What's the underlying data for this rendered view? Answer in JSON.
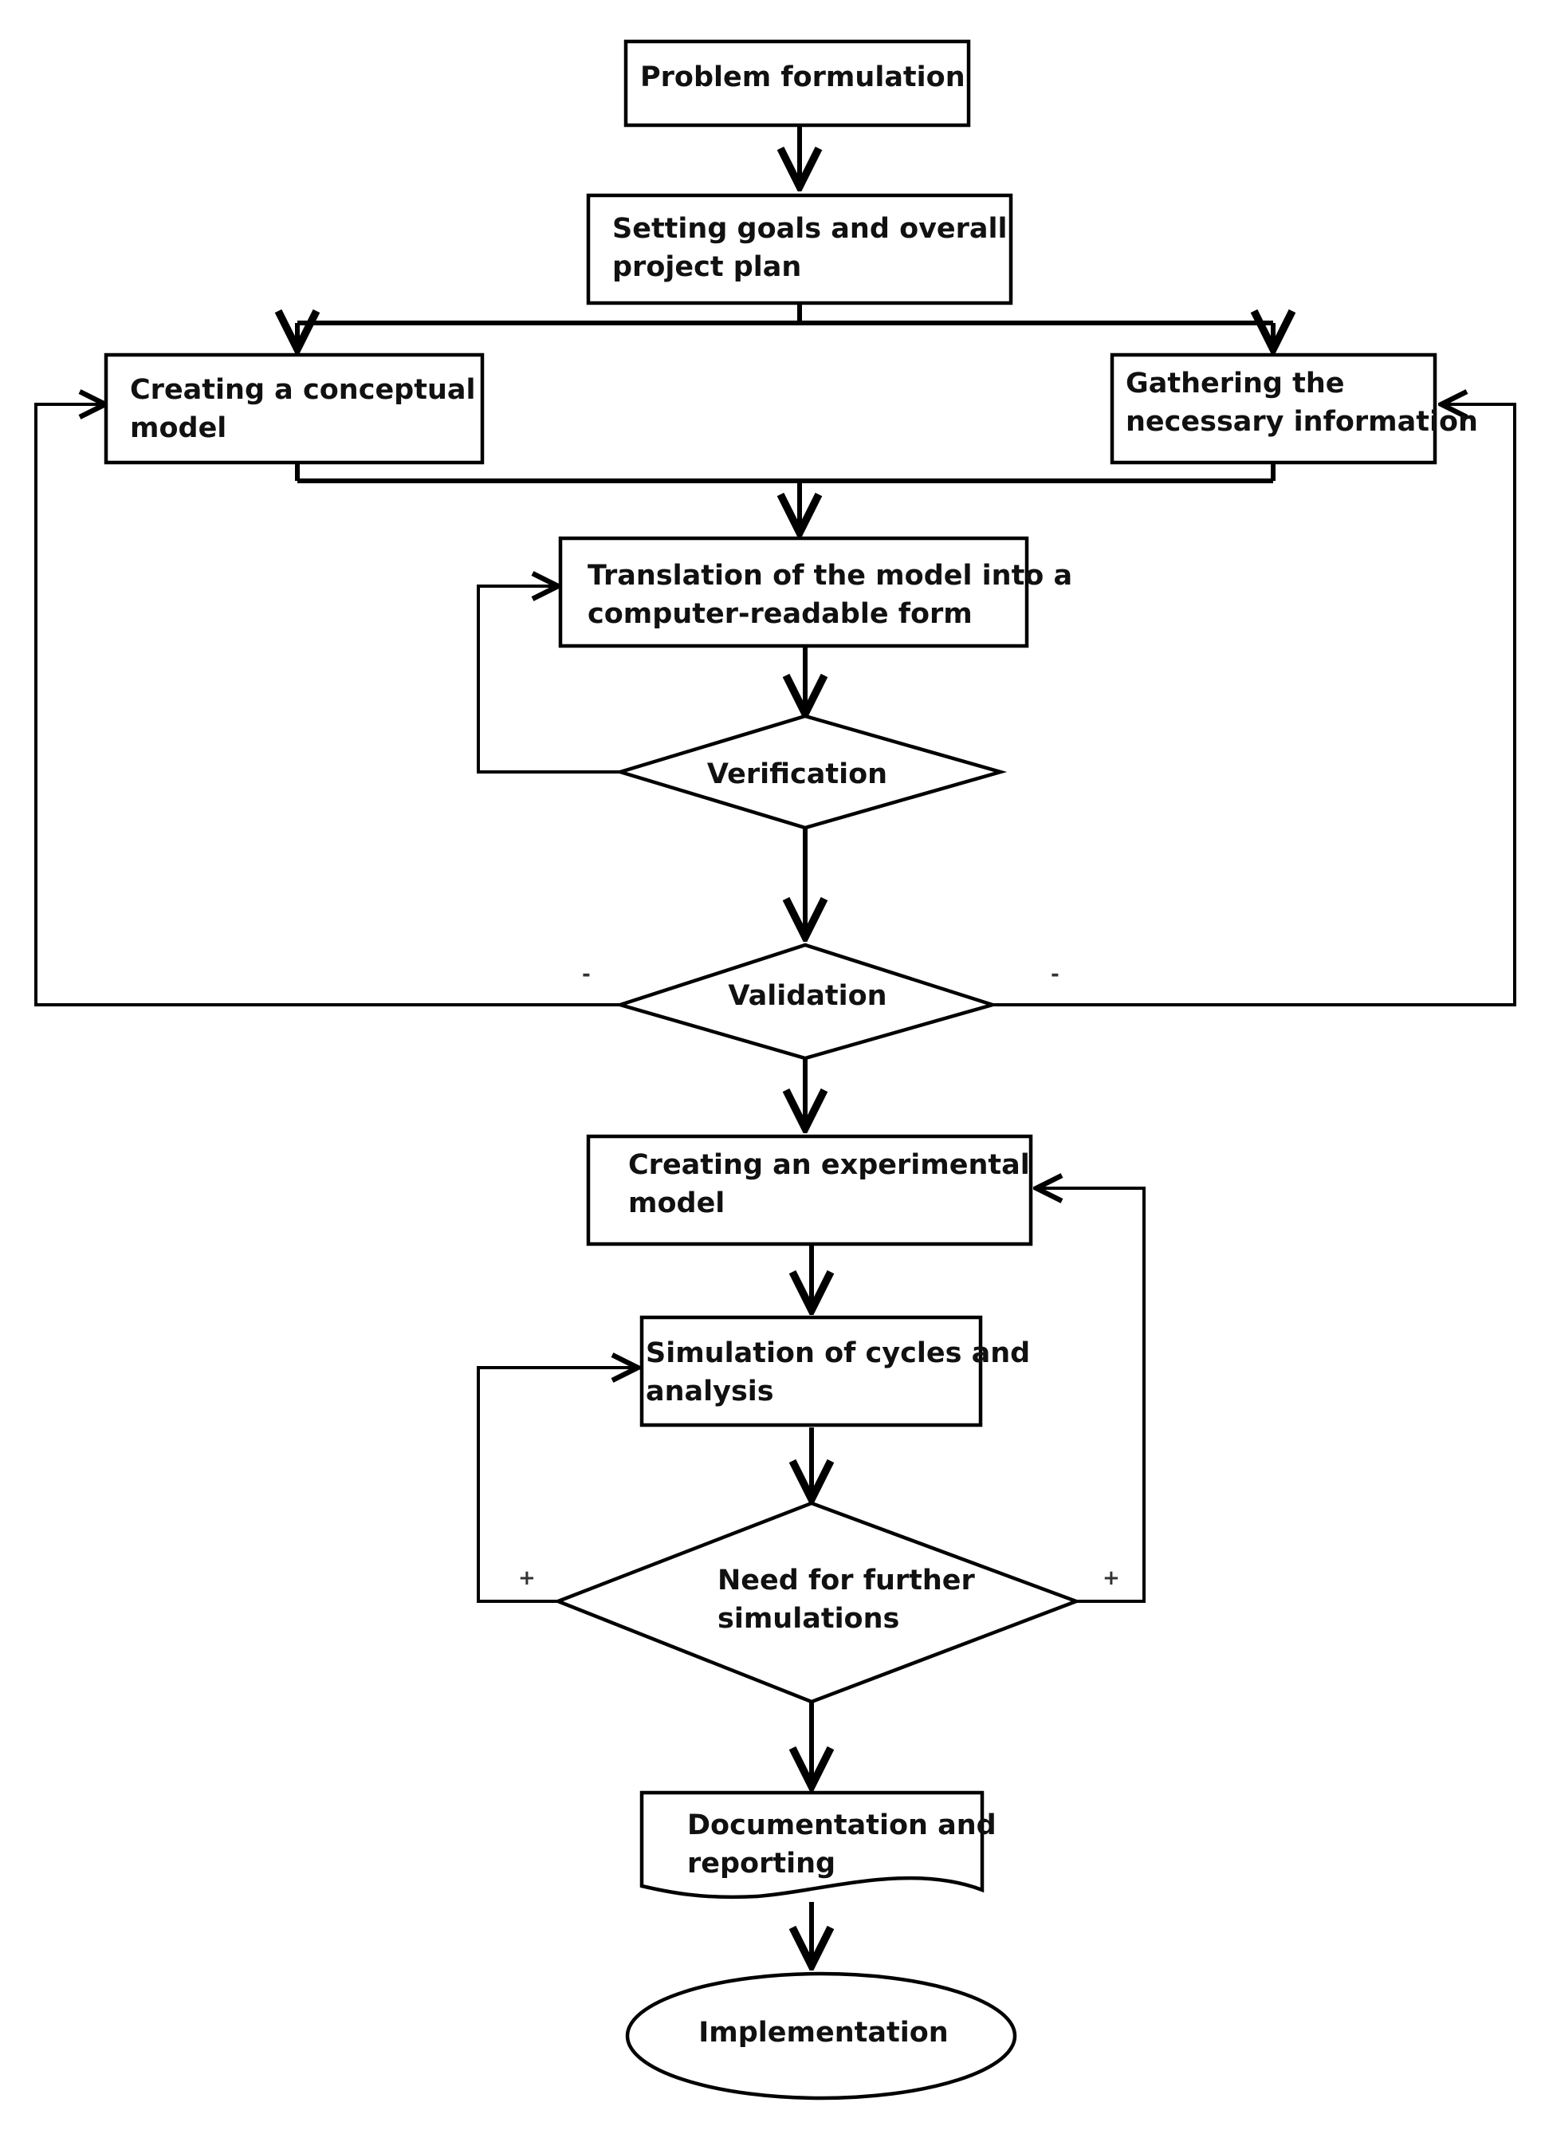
{
  "diagram": {
    "nodes": {
      "problem_formulation": {
        "line1": "Problem formulation"
      },
      "setting_goals": {
        "line1": "Setting goals and overall",
        "line2": "project plan"
      },
      "conceptual_model": {
        "line1": "Creating a conceptual",
        "line2": "model"
      },
      "gathering_information": {
        "line1": "Gathering the",
        "line2": "necessary information"
      },
      "translation": {
        "line1": "Translation of the model into a",
        "line2": "computer-readable form"
      },
      "verification": {
        "line1": "Verification"
      },
      "validation": {
        "line1": "Validation"
      },
      "experimental_model": {
        "line1": "Creating an experimental",
        "line2": "model"
      },
      "simulation_cycles": {
        "line1": "Simulation of cycles and",
        "line2": "analysis"
      },
      "further_simulations": {
        "line1": "Need for further",
        "line2": "simulations"
      },
      "documentation": {
        "line1": "Documentation and",
        "line2": "reporting"
      },
      "implementation": {
        "line1": "Implementation"
      }
    },
    "edge_labels": {
      "validation_left": "-",
      "validation_right": "-",
      "further_left": "+",
      "further_right": "+"
    }
  }
}
